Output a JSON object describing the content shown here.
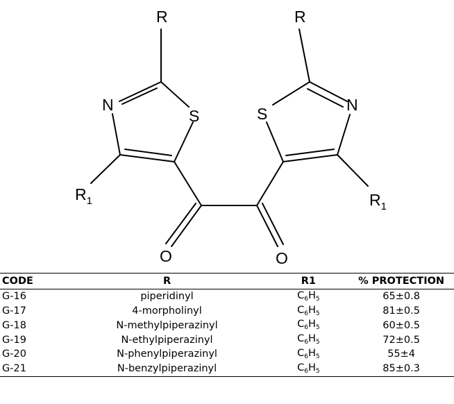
{
  "structure": {
    "atoms": {
      "r_left": "R",
      "r_right": "R",
      "n_left": "N",
      "n_right": "N",
      "s_left": "S",
      "s_right": "S",
      "r1_left": "R",
      "r1_left_sub": "1",
      "r1_right": "R",
      "r1_right_sub": "1",
      "o_left": "O",
      "o_right": "O"
    }
  },
  "table": {
    "headers": [
      "CODE",
      "R",
      "R1",
      "% PROTECTION"
    ],
    "rows": [
      {
        "code": "G-16",
        "r": "piperidinyl",
        "r1": {
          "c": "C",
          "c_sub": "6",
          "h": "H",
          "h_sub": "5"
        },
        "protection": "65±0.8"
      },
      {
        "code": "G-17",
        "r": "4-morpholinyl",
        "r1": {
          "c": "C",
          "c_sub": "6",
          "h": "H",
          "h_sub": "5"
        },
        "protection": "81±0.5"
      },
      {
        "code": "G-18",
        "r": "N-methylpiperazinyl",
        "r1": {
          "c": "C",
          "c_sub": "6",
          "h": "H",
          "h_sub": "5"
        },
        "protection": "60±0.5"
      },
      {
        "code": "G-19",
        "r": "N-ethylpiperazinyl",
        "r1": {
          "c": "C",
          "c_sub": "6",
          "h": "H",
          "h_sub": "5"
        },
        "protection": "72±0.5"
      },
      {
        "code": "G-20",
        "r": "N-phenylpiperazinyl",
        "r1": {
          "c": "C",
          "c_sub": "6",
          "h": "H",
          "h_sub": "5"
        },
        "protection": "55±4"
      },
      {
        "code": "G-21",
        "r": "N-benzylpiperazinyl",
        "r1": {
          "c": "C",
          "c_sub": "6",
          "h": "H",
          "h_sub": "5"
        },
        "protection": "85±0.3"
      }
    ]
  }
}
